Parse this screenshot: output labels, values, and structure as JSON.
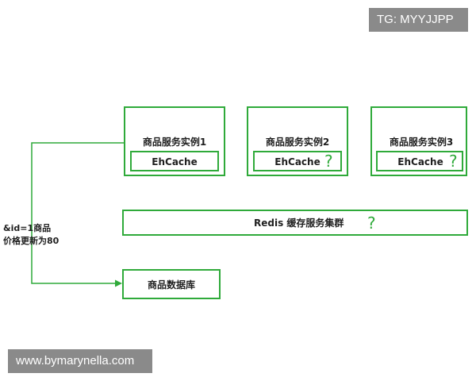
{
  "watermark_top": "TG: MYYJJPP",
  "watermark_bottom": "www.bymarynella.com",
  "service_instances": [
    {
      "name": "商品服务实例1",
      "cache": "EhCache",
      "question": ""
    },
    {
      "name": "商品服务实例2",
      "cache": "EhCache",
      "question": "?"
    },
    {
      "name": "商品服务实例3",
      "cache": "EhCache",
      "question": "?"
    }
  ],
  "redis_cluster": {
    "label": "Redis 缓存服务集群",
    "question": "?"
  },
  "database": {
    "label": "商品数据库"
  },
  "update_note": {
    "line1": "&id=1商品",
    "line2": "价格更新为80"
  },
  "colors": {
    "line": "#2faa3a",
    "question": "#2faa3a",
    "watermark_bg": "#8a8a8a"
  }
}
